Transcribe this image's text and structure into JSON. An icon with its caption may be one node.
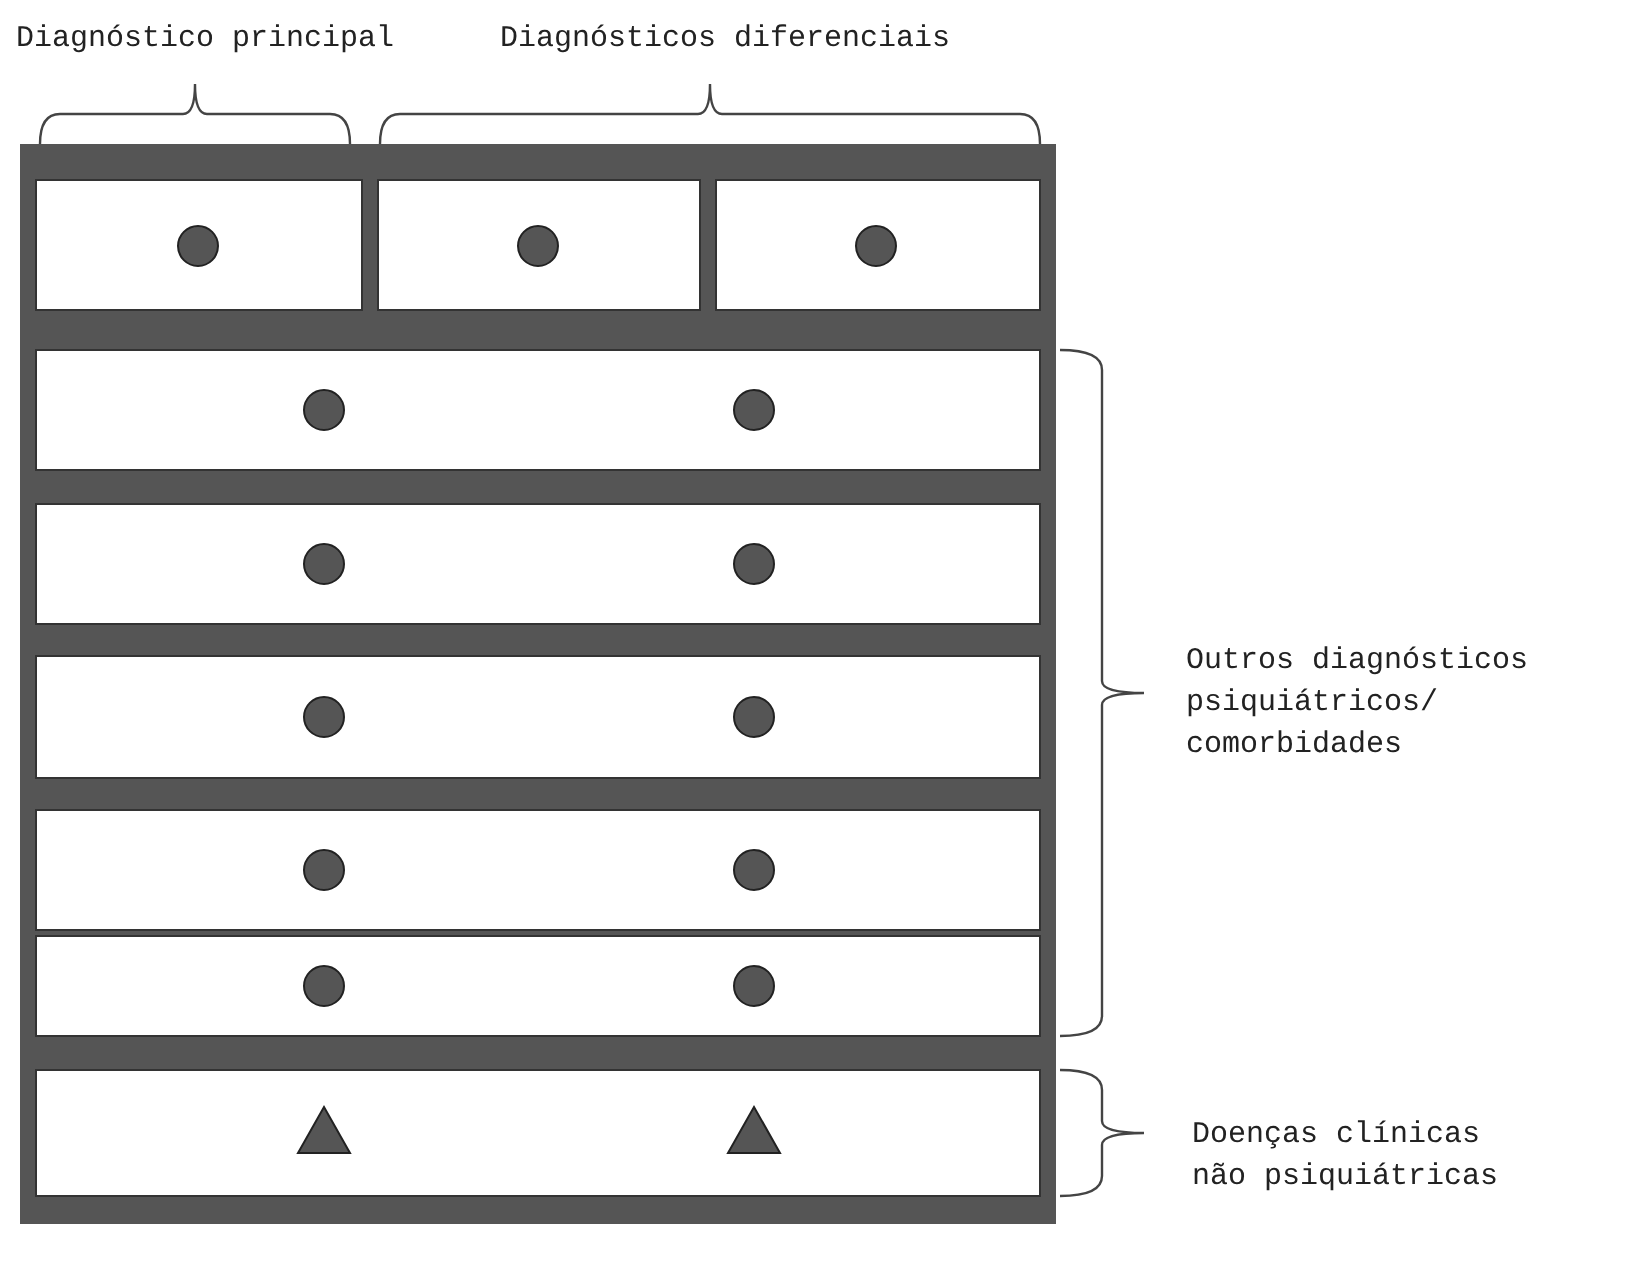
{
  "diagram": {
    "labels": [
      "Diagnóstico principal",
      "Diagnósticos diferenciais",
      "Outros diagnósticos psiquiátricos/ comorbidades",
      "Doenças clínicas não psiquiátricas"
    ]
  }
}
